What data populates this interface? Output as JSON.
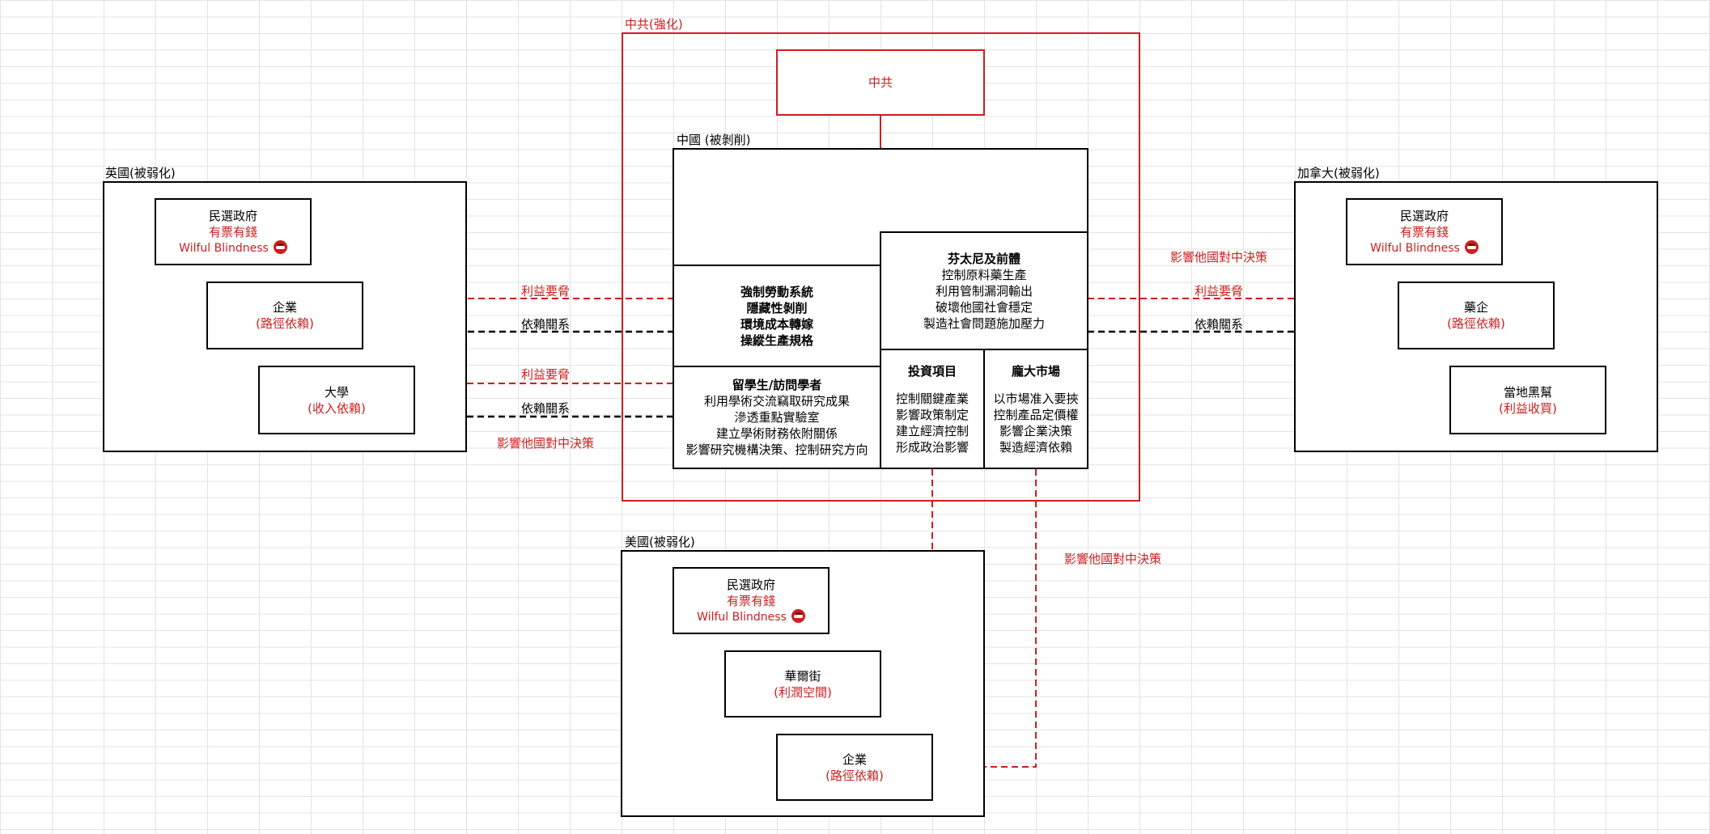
{
  "ccp_region": {
    "title": "中共(強化)",
    "ccp_box": "中共"
  },
  "china": {
    "title": "中國 (被剝削)",
    "fentanyl": {
      "title": "芬太尼及前體",
      "lines": [
        "控制原料藥生產",
        "利用管制漏洞輸出",
        "破壞他國社會穩定",
        "製造社會問題施加壓力"
      ]
    },
    "labor": {
      "lines": [
        "強制勞動系統",
        "隱藏性剝削",
        "環境成本轉嫁"
      ],
      "last": "操縱生產規格"
    },
    "students": {
      "title": "留學生/訪問學者",
      "lines": [
        "利用學術交流竊取研究成果",
        "滲透重點實驗室",
        "建立學術財務依附關係",
        "影響研究機構決策、控制研究方向"
      ]
    },
    "investment": {
      "title": "投資項目",
      "lines": [
        "控制關鍵產業",
        "影響政策制定",
        "建立經濟控制",
        "形成政治影響"
      ]
    },
    "market": {
      "title": "龐大市場",
      "lines": [
        "以市場准入要挾",
        "控制產品定價權",
        "影響企業決策",
        "製造經濟依賴"
      ]
    }
  },
  "uk": {
    "title": "英國(被弱化)",
    "gov": {
      "name": "民選政府",
      "sub": "有票有錢",
      "note": "Wilful Blindness"
    },
    "biz": {
      "name": "企業",
      "sub": "(路徑依賴)"
    },
    "uni": {
      "name": "大學",
      "sub": "(收入依賴)"
    }
  },
  "canada": {
    "title": "加拿大(被弱化)",
    "gov": {
      "name": "民選政府",
      "sub": "有票有錢",
      "note": "Wilful Blindness"
    },
    "pharma": {
      "name": "藥企",
      "sub": "(路徑依賴)"
    },
    "gang": {
      "name": "當地黑幫",
      "sub": "(利益收買)"
    }
  },
  "us": {
    "title": "美國(被弱化)",
    "gov": {
      "name": "民選政府",
      "sub": "有票有錢",
      "note": "Wilful Blindness"
    },
    "wallstreet": {
      "name": "華爾街",
      "sub": "(利潤空間)"
    },
    "biz": {
      "name": "企業",
      "sub": "(路徑依賴)"
    }
  },
  "labels": {
    "interest_threat": "利益要脅",
    "dependency": "依賴關系",
    "influence_policy": "影響他國對中決策"
  },
  "colors": {
    "red": "#cc1f1f",
    "black": "#000000",
    "grid": "#e3e3e3"
  },
  "icons": {
    "badge": "blindfold-face-icon"
  }
}
